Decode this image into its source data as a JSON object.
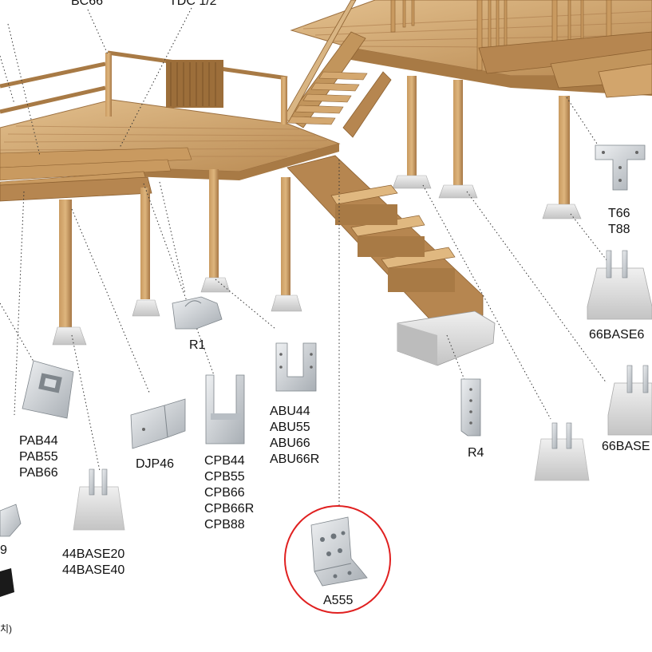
{
  "labels": {
    "bc66": "BC66",
    "tdc": "TDC 1/2",
    "t66": "T66",
    "t88": "T88",
    "base66a": "66BASE6",
    "base66b": "66BASE",
    "r1": "R1",
    "r4": "R4",
    "abu": [
      "ABU44",
      "ABU55",
      "ABU66",
      "ABU66R"
    ],
    "pab": [
      "PAB44",
      "PAB55",
      "PAB66"
    ],
    "djp": "DJP46",
    "cpb": [
      "CPB44",
      "CPB55",
      "CPB66",
      "CPB66R",
      "CPB88"
    ],
    "base44": [
      "44BASE20",
      "44BASE40"
    ],
    "a555": "A555",
    "left_num": "9",
    "left_note": "치)"
  },
  "colors": {
    "wood_light": "#d9b583",
    "wood_mid": "#c2955c",
    "wood_dark": "#a87a45",
    "metal": "#c9ced3",
    "concrete": "#d8d8d8",
    "highlight": "#e02020"
  }
}
